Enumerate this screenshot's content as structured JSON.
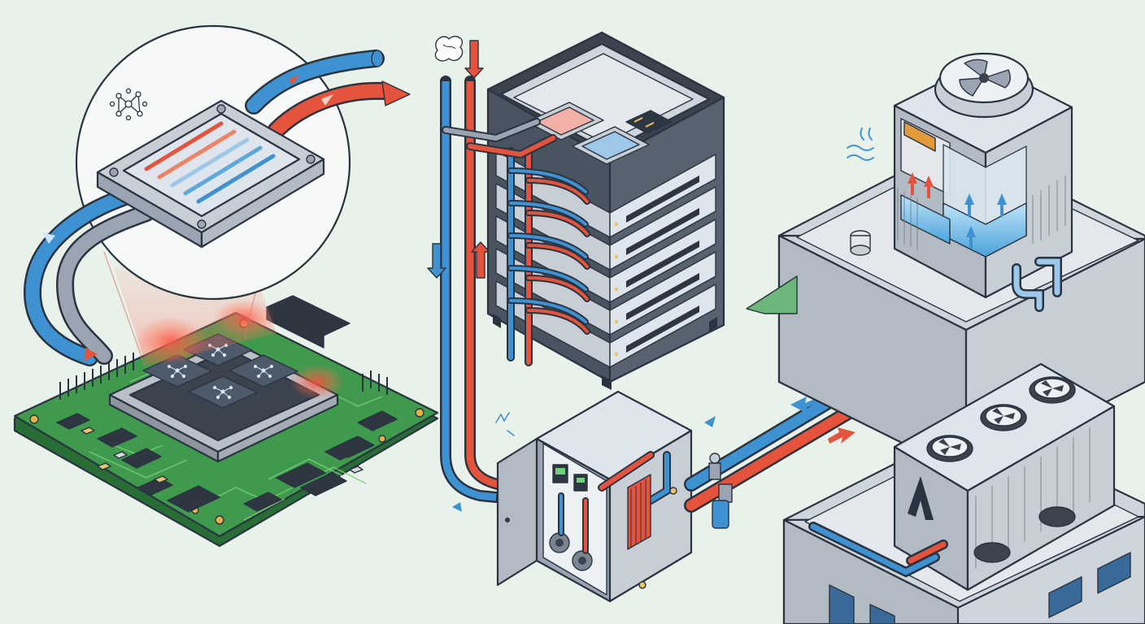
{
  "colors": {
    "background": "#e9f2ea",
    "cold_loop": "#3f92d2",
    "hot_loop": "#e5533d",
    "pcb_green": "#3f9a4e",
    "metal": "#c8ced6",
    "outline": "#2a3440",
    "heat_glow": "#ff4a3a"
  },
  "components": [
    {
      "id": "ai-chip-board",
      "icon": "neural-network-icon"
    },
    {
      "id": "cold-plate",
      "icon": "cold-plate-icon"
    },
    {
      "id": "server-rack",
      "icon": "server-rack-icon"
    },
    {
      "id": "coolant-distribution-unit",
      "icon": "pump-heat-exchanger-icon"
    },
    {
      "id": "cooling-tower",
      "icon": "fan-icon"
    },
    {
      "id": "dry-cooler",
      "icon": "fan-icon"
    }
  ],
  "flow": {
    "supply": "cold",
    "return": "hot",
    "arrow_directions": [
      "down",
      "up",
      "left",
      "right"
    ]
  }
}
